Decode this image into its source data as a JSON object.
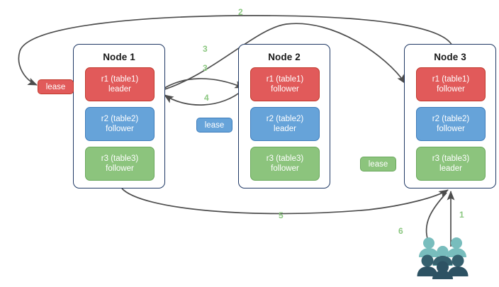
{
  "diagram": {
    "title": "Distributed database leaseholder / raft replica diagram",
    "background": "#ffffff",
    "arrow_color": "#4d4d4d",
    "label_color": "#8bc780",
    "node_border_color": "#1f3864",
    "palette": {
      "red": "#e15a5a",
      "red_border": "#c0392b",
      "blue": "#66a3d9",
      "blue_border": "#3d7cba",
      "green": "#8cc47d",
      "green_border": "#6aa85c"
    }
  },
  "nodes": [
    {
      "title": "Node 1",
      "replicas": [
        {
          "name": "r1 (table1)",
          "role": "leader",
          "color": "red"
        },
        {
          "name": "r2 (table2)",
          "role": "follower",
          "color": "blue"
        },
        {
          "name": "r3 (table3)",
          "role": "follower",
          "color": "green"
        }
      ]
    },
    {
      "title": "Node 2",
      "replicas": [
        {
          "name": "r1 (table1)",
          "role": "follower",
          "color": "red"
        },
        {
          "name": "r2 (table2)",
          "role": "leader",
          "color": "blue"
        },
        {
          "name": "r3 (table3)",
          "role": "follower",
          "color": "green"
        }
      ]
    },
    {
      "title": "Node 3",
      "replicas": [
        {
          "name": "r1 (table1)",
          "role": "follower",
          "color": "red"
        },
        {
          "name": "r2 (table2)",
          "role": "follower",
          "color": "blue"
        },
        {
          "name": "r3 (table3)",
          "role": "leader",
          "color": "green"
        }
      ]
    }
  ],
  "leases": [
    {
      "label": "lease",
      "color": "red",
      "owner": "r1 (table1)"
    },
    {
      "label": "lease",
      "color": "blue",
      "owner": "r2 (table2)"
    },
    {
      "label": "lease",
      "color": "green",
      "owner": "r3 (table3)"
    }
  ],
  "edges": [
    {
      "id": "1",
      "label": "1",
      "from": "users",
      "to": "node3"
    },
    {
      "id": "2",
      "label": "2",
      "from": "node3",
      "to": "lease-red"
    },
    {
      "id": "3a",
      "label": "3",
      "from": "node3",
      "to": "node1-r1"
    },
    {
      "id": "3b",
      "label": "3",
      "from": "node1-r1",
      "to": "node2-r1"
    },
    {
      "id": "4",
      "label": "4",
      "from": "node2-r1",
      "to": "node1-r1"
    },
    {
      "id": "5",
      "label": "5",
      "from": "node1",
      "to": "node3"
    },
    {
      "id": "6",
      "label": "6",
      "from": "node3",
      "to": "users"
    }
  ],
  "icons": {
    "users": "users-icon"
  }
}
